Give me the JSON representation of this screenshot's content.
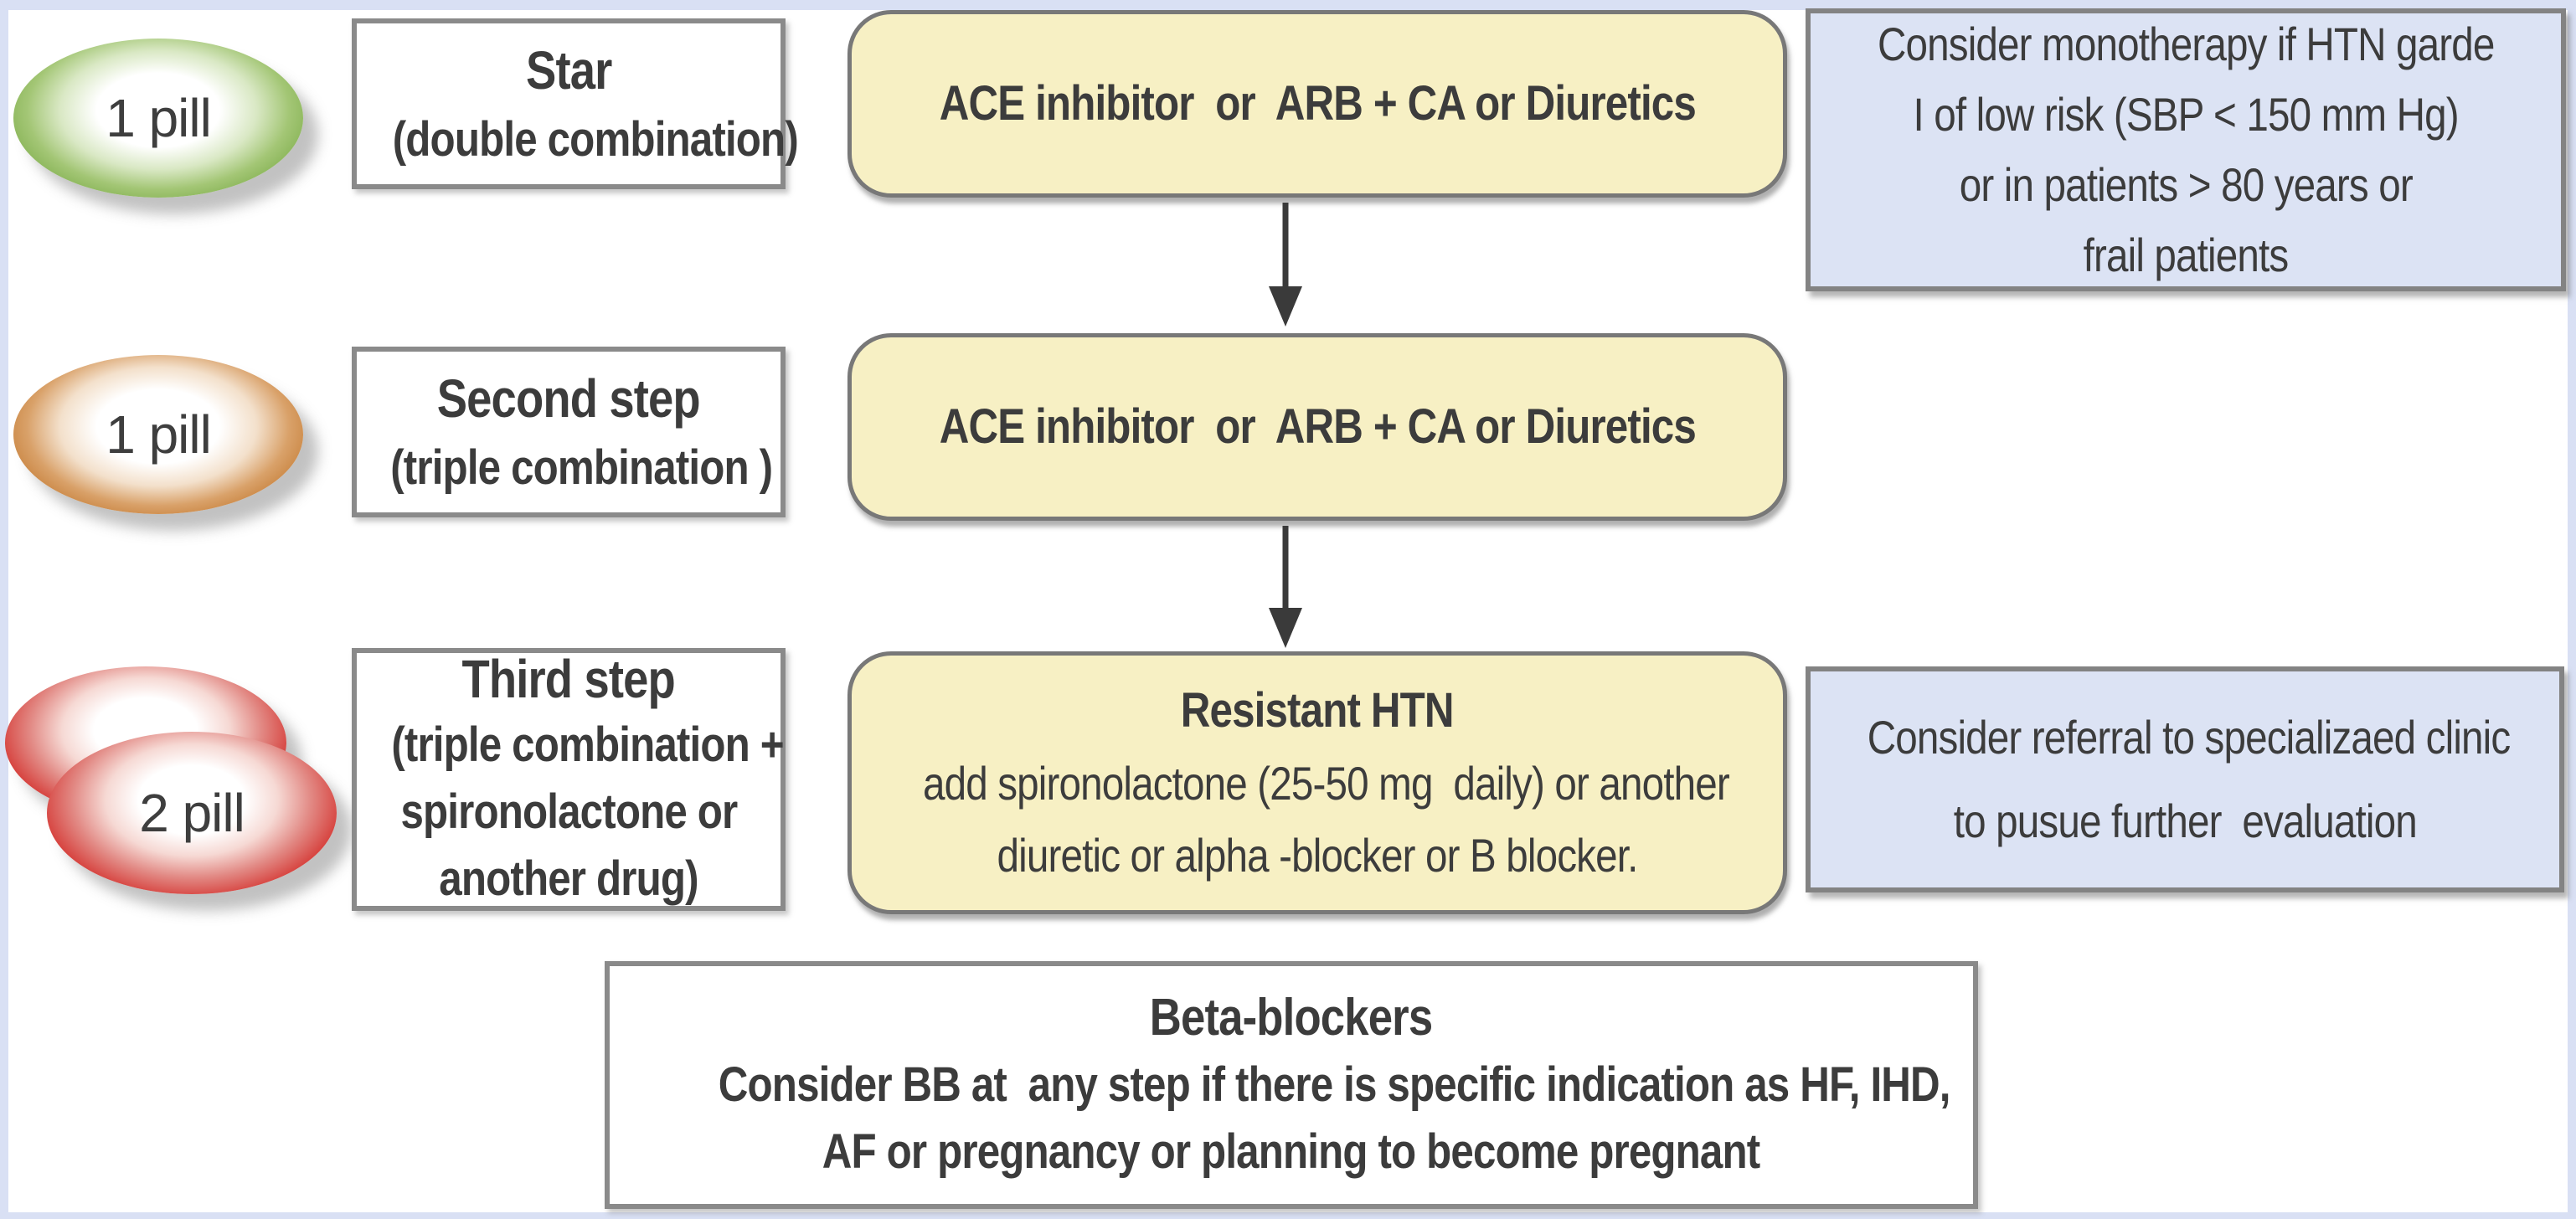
{
  "steps": [
    {
      "pill": {
        "label": "1 pill",
        "color_name": "green",
        "color": "#7fae4d"
      },
      "step_box": {
        "title": "Star",
        "lines": [
          "(double combination)"
        ]
      },
      "action_box": {
        "lines": [
          "ACE inhibitor  or  ARB + CA or Diuretics"
        ]
      }
    },
    {
      "pill": {
        "label": "1 pill",
        "color_name": "orange",
        "color": "#c1762f"
      },
      "step_box": {
        "title": "Second step",
        "lines": [
          "(triple combination )"
        ]
      },
      "action_box": {
        "lines": [
          "ACE inhibitor  or  ARB + CA or Diuretics"
        ]
      }
    },
    {
      "pill": {
        "label": "2 pill",
        "color_name": "red",
        "color": "#cc2026"
      },
      "step_box": {
        "title": "Third step",
        "lines": [
          "(triple combination +",
          "spironolactone or",
          "another drug)"
        ]
      },
      "action_box": {
        "title": "Resistant HTN",
        "lines": [
          "add spironolactone (25-50 mg  daily) or another",
          "diuretic or alpha -blocker or B blocker."
        ]
      }
    }
  ],
  "notes": [
    {
      "lines": [
        "Consider monotherapy if HTN garde",
        "I of low risk (SBP < 150 mm Hg)",
        "or in patients > 80 years or",
        "frail patients"
      ]
    },
    {
      "lines": [
        "Consider referral to specializaed clinic",
        "to pusue further  evaluation"
      ]
    }
  ],
  "footer": {
    "title": "Beta-blockers",
    "lines": [
      "Consider BB at  any step if there is specific indication as HF, IHD,",
      "AF or pregnancy or planning to become pregnant"
    ]
  },
  "colors": {
    "frame_blue": "#d9e0f4",
    "action_fill_yellow": "#f7f0c4",
    "note_fill_blue": "#dce3f4",
    "border_gray": "#8a8a8a",
    "text_gray": "#3c3c3c",
    "arrow_gray": "#3a3a3a"
  }
}
